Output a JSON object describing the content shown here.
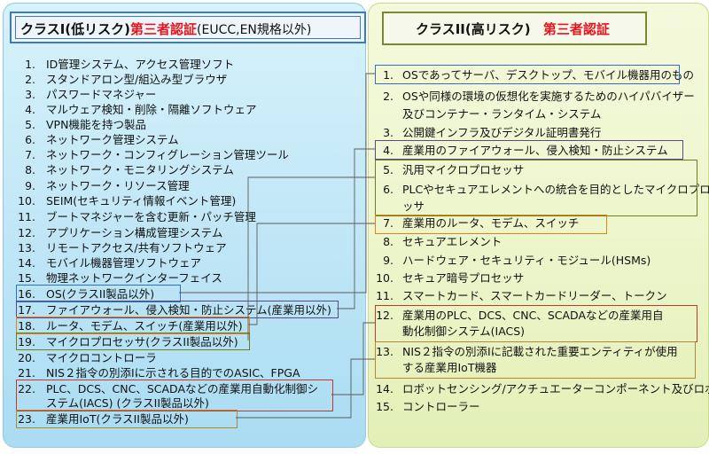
{
  "left": {
    "title": {
      "main": "クラスI(低リスク)",
      "red": "第三者認証",
      "tail": "(EUCC,EN規格以外)"
    },
    "items": [
      {
        "num": "1.",
        "text": "ID管理システム、アクセス管理ソフト"
      },
      {
        "num": "2.",
        "text": "スタンドアロン型/組込み型ブラウザ"
      },
      {
        "num": "3.",
        "text": "パスワードマネジャー"
      },
      {
        "num": "4.",
        "text": "マルウェア検知・削除・隔離ソフトウェア"
      },
      {
        "num": "5.",
        "text": "VPN機能を持つ製品"
      },
      {
        "num": "6.",
        "text": "ネットワーク管理システム"
      },
      {
        "num": "7.",
        "text": "ネットワーク・コンフィグレーション管理ツール"
      },
      {
        "num": "8.",
        "text": "ネットワーク・モニタリングシステム"
      },
      {
        "num": "9.",
        "text": "ネットワーク・リソース管理"
      },
      {
        "num": "10.",
        "text": "SEIM(セキュリティ情報イベント管理)"
      },
      {
        "num": "11.",
        "text": "ブートマネジャーを含む更新・パッチ管理"
      },
      {
        "num": "12.",
        "text": "アプリケーション構成管理システム"
      },
      {
        "num": "13.",
        "text": "リモートアクセス/共有ソフトウェア"
      },
      {
        "num": "14.",
        "text": "モバイル機器管理ソフトウェア"
      },
      {
        "num": "15.",
        "text": "物理ネットワークインターフェイス"
      },
      {
        "num": "16.",
        "text": "OS(クラスII製品以外)"
      },
      {
        "num": "17.",
        "text": "ファイアウォール、侵入検知・防止システム(産業用以外)"
      },
      {
        "num": "18.",
        "text": "ルータ、モデム、スイッチ(産業用以外)"
      },
      {
        "num": "19.",
        "text": "マイクロプロセッサ(クラスII製品以外)"
      },
      {
        "num": "20.",
        "text": "マイクロコントローラ"
      },
      {
        "num": "21.",
        "text": "NIS２指令の別添Iに示される目的でのASIC、FPGA"
      },
      {
        "num": "22.",
        "text": "PLC、DCS、CNC、SCADAなどの産業用自動化制御シ"
      },
      {
        "num": "",
        "text": "ステム(IACS) (クラスII製品以外)"
      },
      {
        "num": "23.",
        "text": "産業用IoT(クラスII製品以外)"
      }
    ]
  },
  "right": {
    "title": {
      "main": "クラスII(高リスク)",
      "red": "第三者認証"
    },
    "items": [
      {
        "num": "1.",
        "text": "OSであってサーバ、デスクトップ、モバイル機器用のもの"
      },
      {
        "num": "2.",
        "text": "OSや同様の環境の仮想化を実施するためのハイパバイザー"
      },
      {
        "num": "",
        "text": "及びコンテナー・ランタイム・システム"
      },
      {
        "num": "3.",
        "text": "公開鍵インフラ及びデジタル証明書発行"
      },
      {
        "num": "4.",
        "text": "産業用のファイアウォール、侵入検知・防止システム"
      },
      {
        "num": "5.",
        "text": "汎用マイクロプロセッサ"
      },
      {
        "num": "6.",
        "text": "PLCやセキュアエレメントへの統合を目的としたマイクロプロセ"
      },
      {
        "num": "",
        "text": "ッサ"
      },
      {
        "num": "7.",
        "text": "産業用のルータ、モデム、スイッチ"
      },
      {
        "num": "8.",
        "text": "セキュアエレメント"
      },
      {
        "num": "9.",
        "text": "ハードウェア・セキュリティ・モジュール(HSMs)"
      },
      {
        "num": "10.",
        "text": "セキュア暗号プロセッサ"
      },
      {
        "num": "11.",
        "text": "スマートカード、スマートカードリーダー、トークン"
      },
      {
        "num": "12.",
        "text": "産業用のPLC、DCS、CNC、SCADAなどの産業用自"
      },
      {
        "num": "",
        "text": "動化制御システム(IACS)"
      },
      {
        "num": "13.",
        "text": "NIS２指令の別添Iに記載された重要エンティティが使用"
      },
      {
        "num": "",
        "text": "する産業用IoT機器"
      },
      {
        "num": "14.",
        "text": "ロボットセンシング/アクチュエーターコンポーネント及びロボット"
      },
      {
        "num": "15.",
        "text": "コントローラー"
      }
    ]
  },
  "colors": {
    "blue": "#2f6fc4",
    "purple": "#5a4a8a",
    "orange": "#e8801a",
    "olive": "#6f7d1e",
    "red": "#c0392b",
    "tan": "#b08a30"
  }
}
